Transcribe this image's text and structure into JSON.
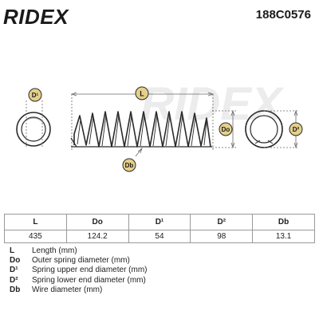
{
  "header": {
    "brand": "RIDEX",
    "part_number": "188C0576"
  },
  "diagram": {
    "label_L": "L",
    "label_Do": "Do",
    "label_D1": "D¹",
    "label_D2": "D²",
    "label_Db": "Db",
    "watermark": "RIDEX"
  },
  "specs": {
    "headers": [
      "L",
      "Do",
      "D¹",
      "D²",
      "Db"
    ],
    "values": [
      "435",
      "124.2",
      "54",
      "98",
      "13.1"
    ]
  },
  "legend": [
    {
      "key": "L",
      "text": "Length (mm)"
    },
    {
      "key": "Do",
      "text": "Outer spring diameter (mm)"
    },
    {
      "key": "D¹",
      "text": "Spring upper end diameter (mm)"
    },
    {
      "key": "D²",
      "text": "Spring lower end diameter (mm)"
    },
    {
      "key": "Db",
      "text": "Wire diameter (mm)"
    }
  ],
  "colors": {
    "badge_fill": "#e4d08a",
    "badge_stroke": "#2b2b2b",
    "line": "#6a6a6a",
    "spring": "#2a2a2a",
    "watermark": "#ececec"
  }
}
